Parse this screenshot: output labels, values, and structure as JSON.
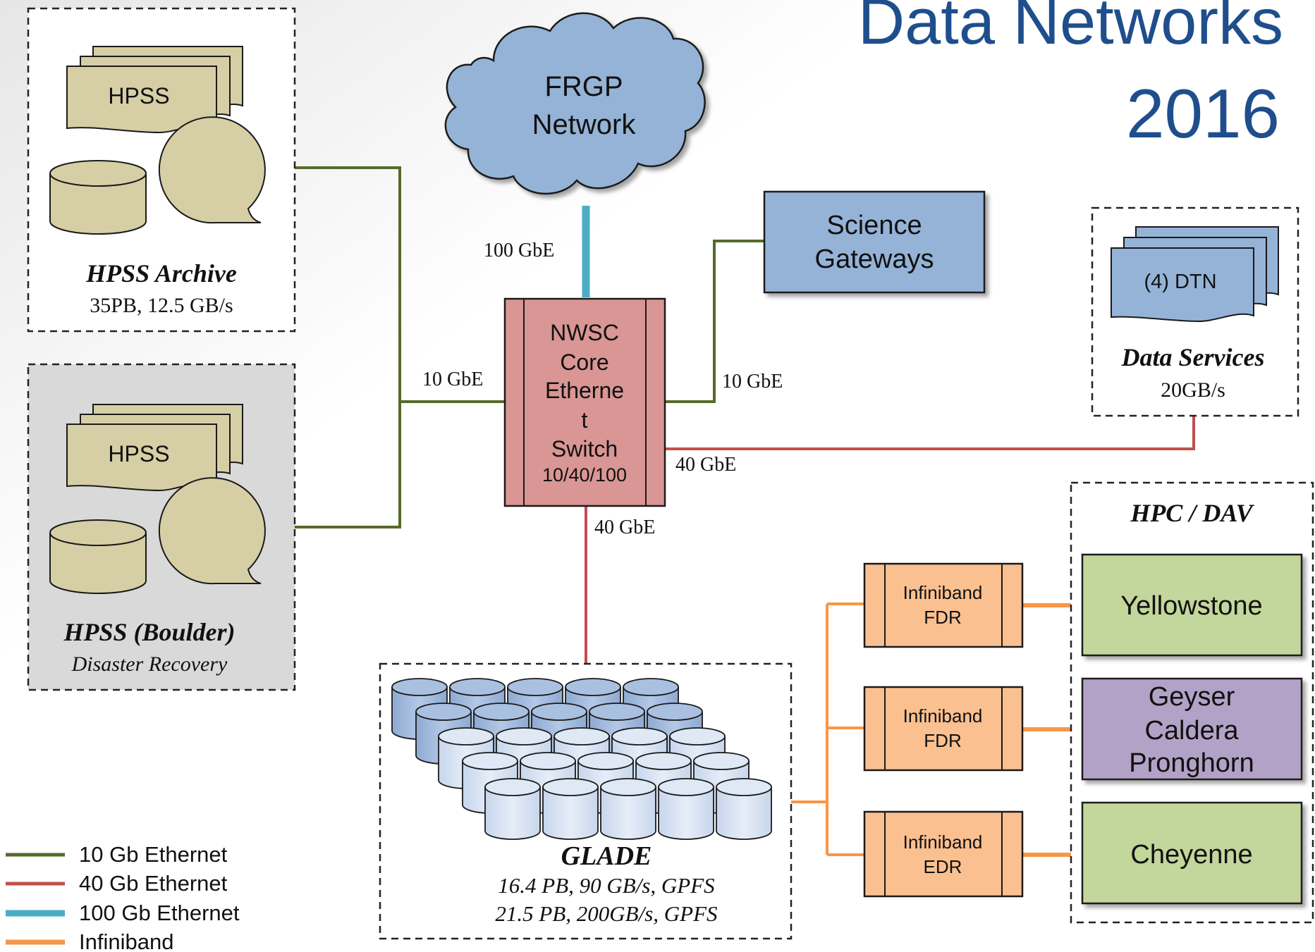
{
  "title": {
    "line1": "Data Networks",
    "line2": "2016"
  },
  "frgp": {
    "line1": "FRGP",
    "line2": "Network",
    "link_label": "100 GbE"
  },
  "core_switch": {
    "lines": [
      "NWSC",
      "Core",
      "Etherne",
      "t",
      "Switch"
    ],
    "speeds": "10/40/100"
  },
  "science_gateways": {
    "line1": "Science",
    "line2": "Gateways",
    "link_label": "10 GbE"
  },
  "hpss_archive": {
    "icon_label": "HPSS",
    "title": "HPSS Archive",
    "subtitle": "35PB, 12.5 GB/s"
  },
  "hpss_boulder": {
    "icon_label": "HPSS",
    "title": "HPSS (Boulder)",
    "subtitle": "Disaster Recovery"
  },
  "hpss_link_label": "10 GbE",
  "data_services": {
    "icon_label": "(4) DTN",
    "title": "Data Services",
    "subtitle": "20GB/s",
    "link_label": "40 GbE"
  },
  "glade": {
    "link_label": "40 GbE",
    "title": "GLADE",
    "line1": "16.4 PB, 90 GB/s, GPFS",
    "line2": "21.5 PB, 200GB/s, GPFS"
  },
  "infiniband": [
    {
      "line1": "Infiniband",
      "line2": "FDR"
    },
    {
      "line1": "Infiniband",
      "line2": "FDR"
    },
    {
      "line1": "Infiniband",
      "line2": "EDR"
    }
  ],
  "hpc_dav": {
    "title": "HPC / DAV",
    "yellowstone": "Yellowstone",
    "geyser_lines": [
      "Geyser",
      "Caldera",
      "Pronghorn"
    ],
    "cheyenne": "Cheyenne"
  },
  "legend": [
    {
      "label": "10 Gb Ethernet",
      "color": "#566a2a"
    },
    {
      "label": "40 Gb Ethernet",
      "color": "#c0504d"
    },
    {
      "label": "100 Gb Ethernet",
      "color": "#4bacc6"
    },
    {
      "label": "Infiniband",
      "color": "#f79646"
    }
  ],
  "colors": {
    "title": "#1f4e8c",
    "cloud": "#95b3d7",
    "switch": "#d99694",
    "gateway": "#95b3d7",
    "hpss_fill": "#d6cfa5",
    "dtn_fill": "#95b3d7",
    "infiniband_fill": "#fac090",
    "yellowstone_fill": "#c3d69b",
    "geyser_fill": "#b3a2c7",
    "cheyenne_fill": "#c3d69b"
  }
}
